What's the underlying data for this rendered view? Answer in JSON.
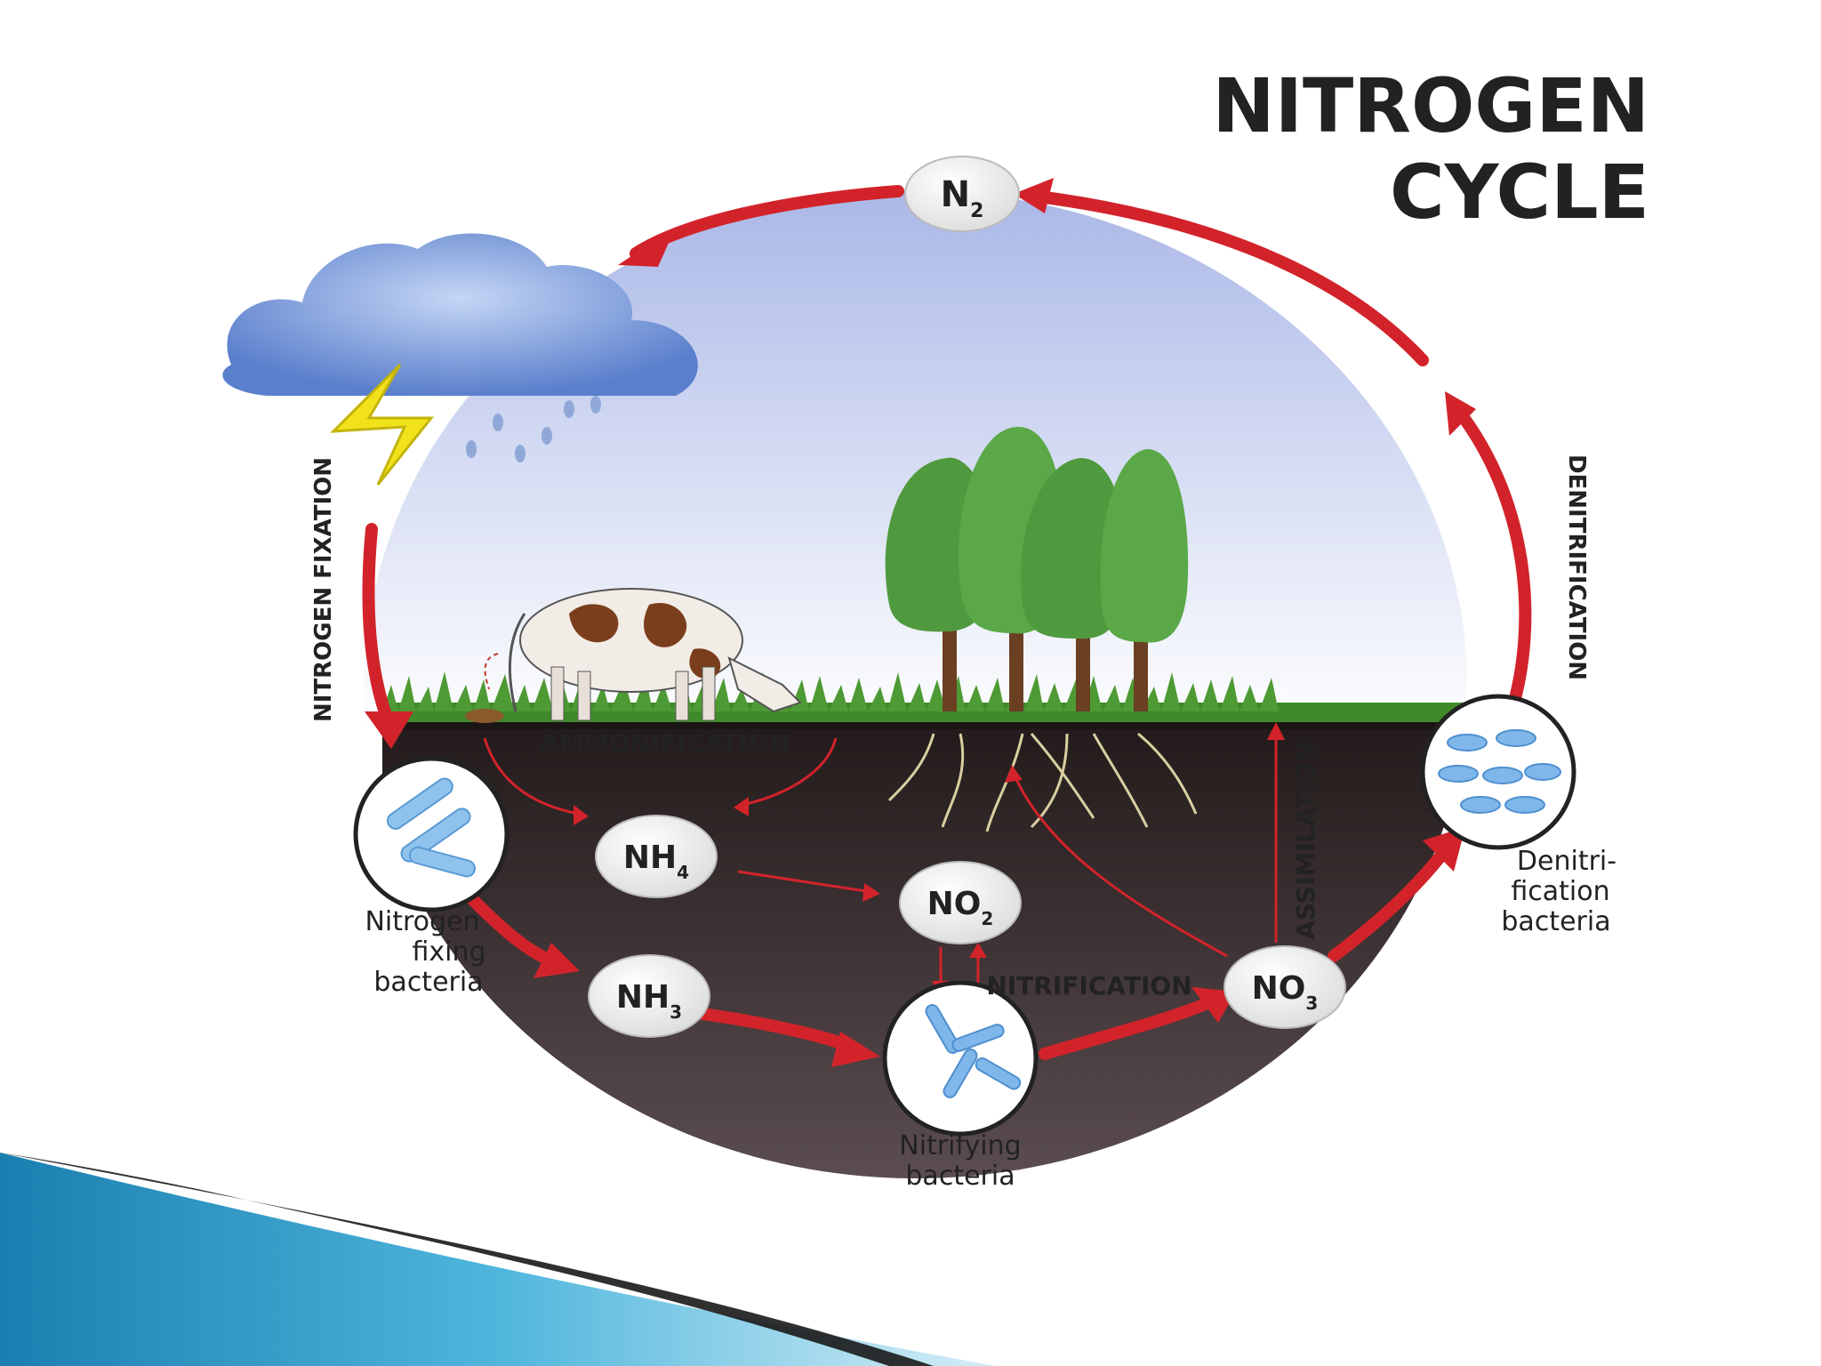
{
  "title": {
    "line1": "NITROGEN",
    "line2": "CYCLE"
  },
  "molecules": {
    "n2": {
      "base": "N",
      "sub": "2"
    },
    "nh4": {
      "base": "NH",
      "sub": "4"
    },
    "nh3": {
      "base": "NH",
      "sub": "3"
    },
    "no2": {
      "base": "NO",
      "sub": "2"
    },
    "no3": {
      "base": "NO",
      "sub": "3"
    }
  },
  "processes": {
    "nitrogen_fixation": "NITROGEN FIXATION",
    "denitrification": "DENITRIFICATION",
    "ammonification": "AMMONIFICATION",
    "nitrification": "NITRIFICATION",
    "assimilation": "ASSIMILATION"
  },
  "bacteria": {
    "nitrogen_fixing": [
      "Nitrogen",
      "fixing",
      "bacteria"
    ],
    "nitrifying": [
      "Nitrifying",
      "bacteria"
    ],
    "denitrification": [
      "Denitri-",
      "fication",
      "bacteria"
    ]
  },
  "colors": {
    "cycle_arrow": "#d2232a",
    "sky_top": "#a9b7e6",
    "soil": "#2b2222",
    "grass": "#3f8a2a",
    "slide_accent": "#1e8ab8"
  }
}
